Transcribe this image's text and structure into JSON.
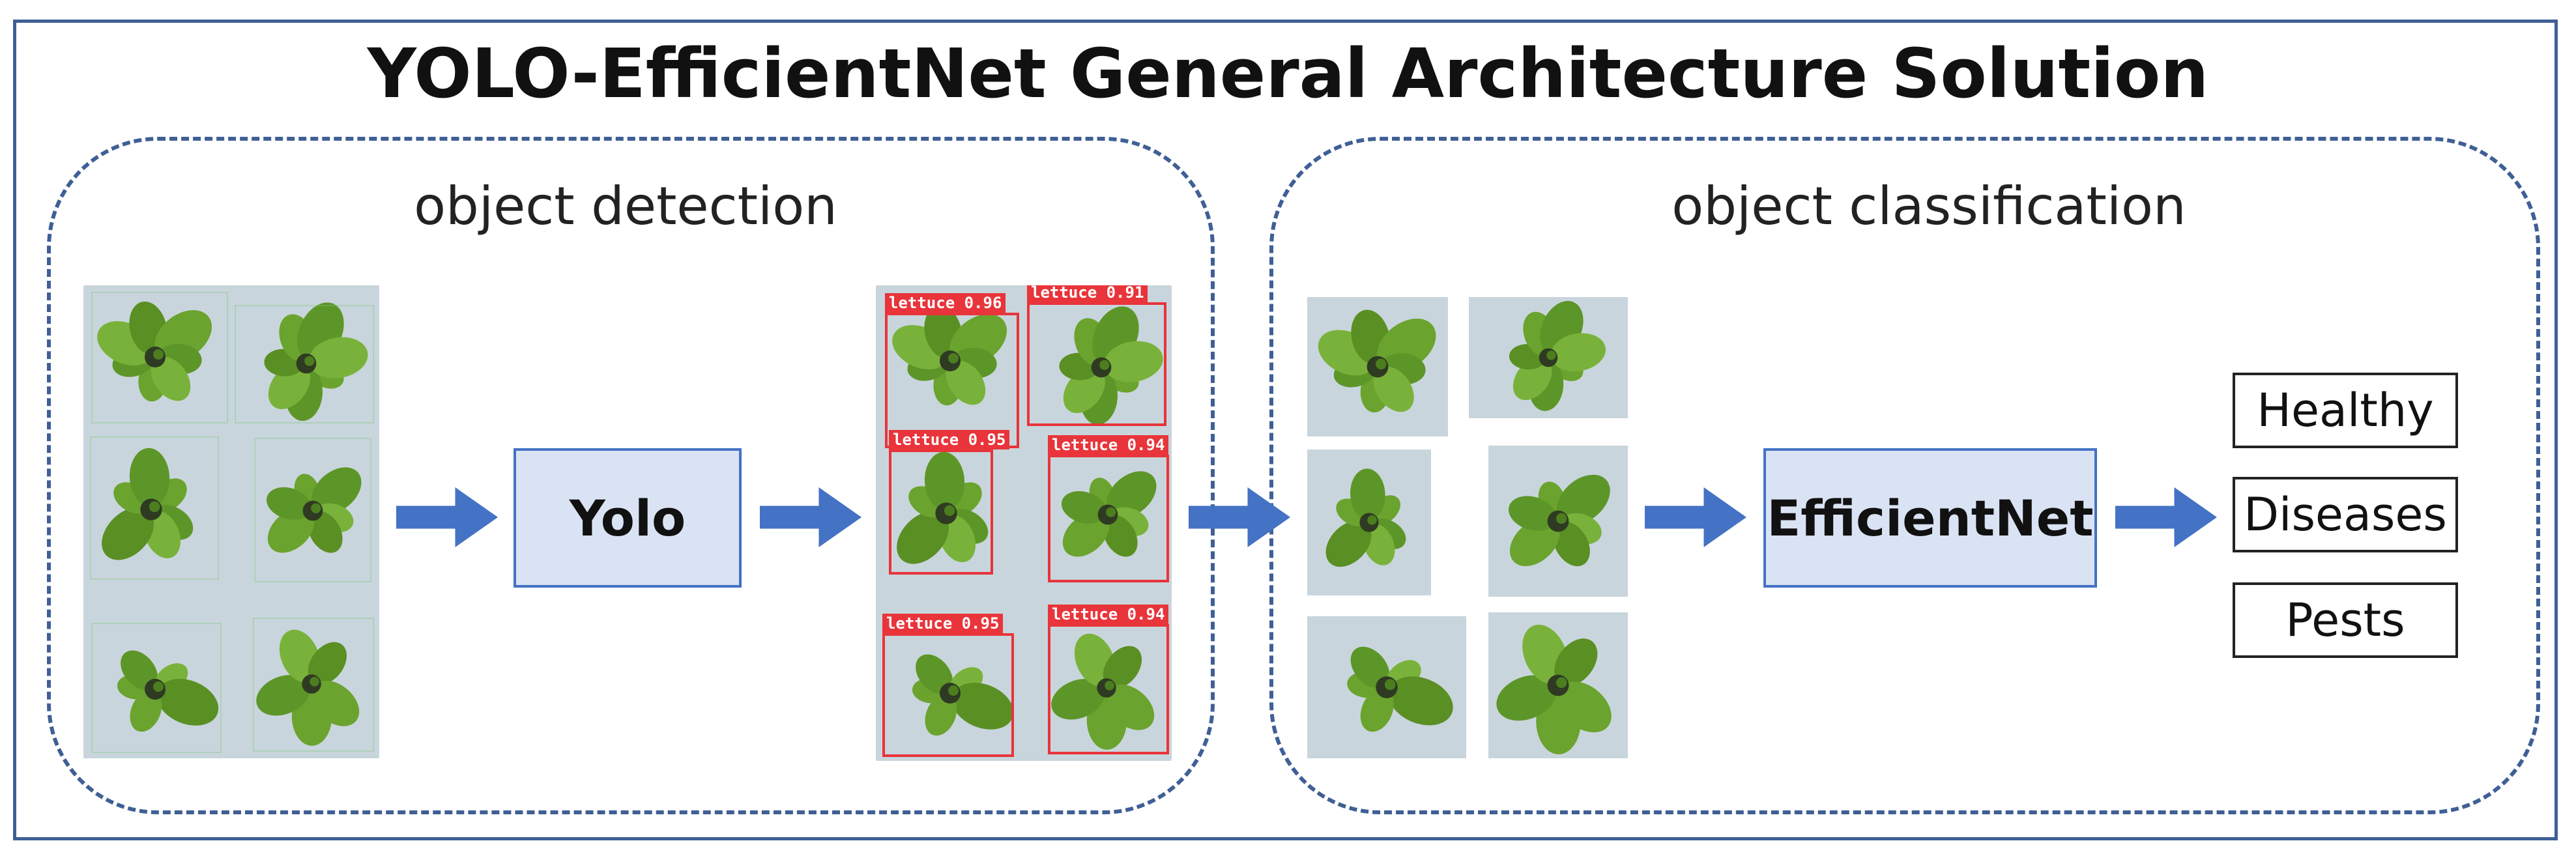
{
  "title": "YOLO-EfficientNet General Architecture Solution",
  "panels": {
    "detection": {
      "label": "object detection"
    },
    "classification": {
      "label": "object classification"
    }
  },
  "models": {
    "detector": "Yolo",
    "classifier": "EfficientNet"
  },
  "detections": [
    {
      "label": "lettuce 0.96"
    },
    {
      "label": "lettuce 0.91"
    },
    {
      "label": "lettuce 0.95"
    },
    {
      "label": "lettuce 0.94"
    },
    {
      "label": "lettuce 0.95"
    },
    {
      "label": "lettuce 0.94"
    }
  ],
  "classes": [
    "Healthy",
    "Diseases",
    "Pests"
  ],
  "colors": {
    "frame": "#3f5f96",
    "arrow": "#4472c4",
    "model_fill": "#dae3f3",
    "detection": "#e8343a",
    "leaf": "#6aa32e",
    "background": "#c9d5dc"
  }
}
